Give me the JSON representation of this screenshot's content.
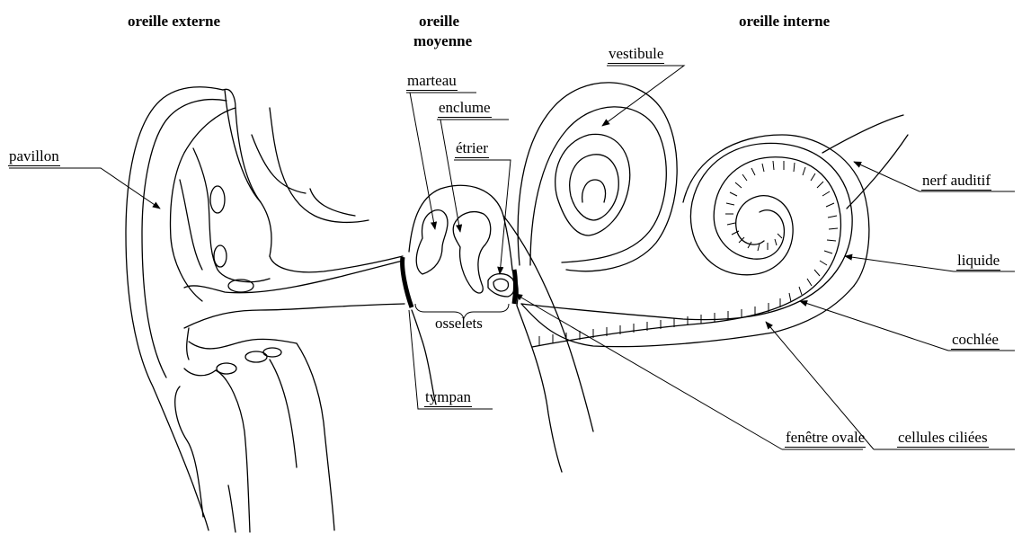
{
  "sections": {
    "outer": "oreille externe",
    "middle_line1": "oreille",
    "middle_line2": "moyenne",
    "inner": "oreille interne"
  },
  "labels": {
    "pavillon": "pavillon",
    "marteau": "marteau",
    "enclume": "enclume",
    "etrier": "étrier",
    "vestibule": "vestibule",
    "nerf": "nerf auditif",
    "liquide": "liquide",
    "cochlee": "cochlée",
    "osselets": "osselets",
    "tympan": "tympan",
    "fenetre": "fenêtre ovale",
    "cellules": "cellules ciliées"
  }
}
